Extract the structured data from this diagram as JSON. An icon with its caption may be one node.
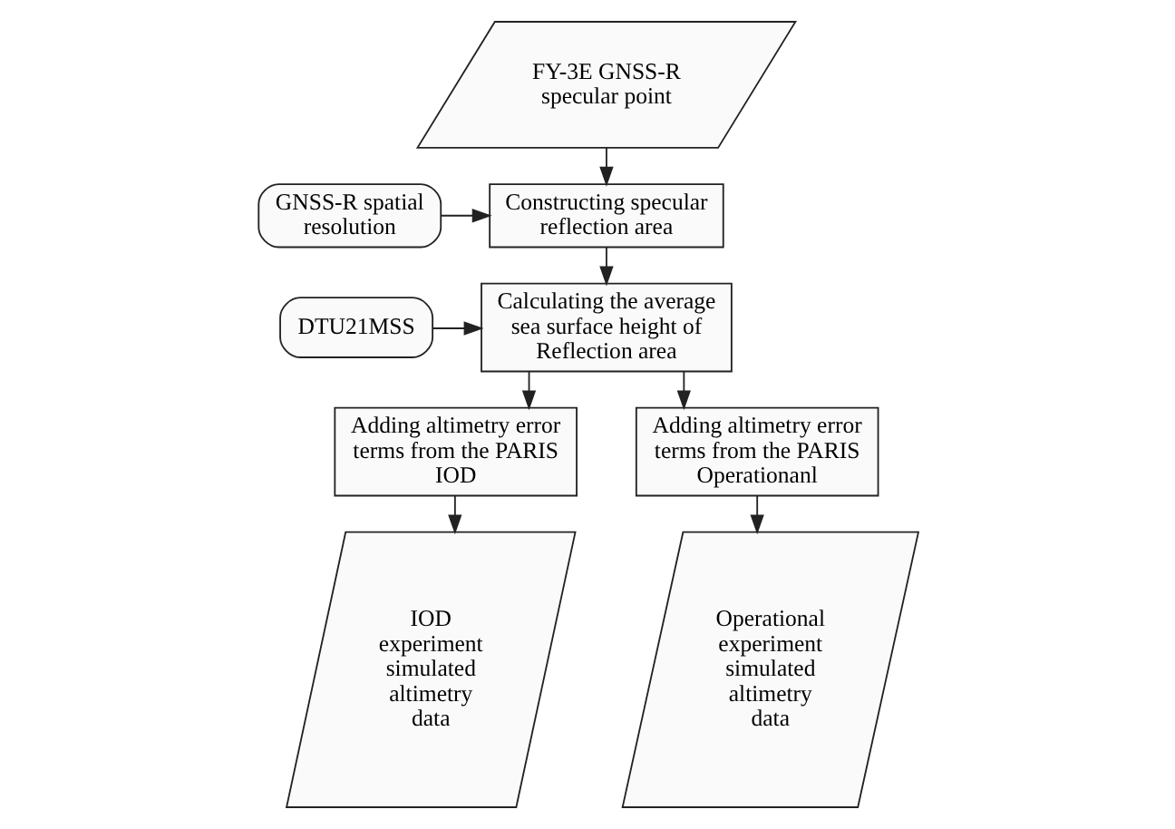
{
  "diagram": {
    "nodes": [
      {
        "text": [
          "FY-3E GNSS-R specular point"
        ]
      },
      {
        "text": [
          "Constructing specular reflection area"
        ]
      },
      {
        "text": [
          "GNSS-R spatial resolution"
        ]
      },
      {
        "text": [
          "DTU21MSS"
        ]
      },
      {
        "text": [
          "Calculating the average sea surface height of Reflection area"
        ]
      },
      {
        "text": [
          "Adding altimetry error terms from the PARIS IOD"
        ]
      },
      {
        "text": [
          "Adding altimetry error terms from the PARIS Operationanl"
        ]
      },
      {
        "text": [
          "IOD experiment simulated altimetry data"
        ]
      },
      {
        "text": [
          "Operational experiment simulated altimetry data"
        ]
      }
    ],
    "edges": [
      {
        "from": 0,
        "to": 1,
        "arrow": "to"
      },
      {
        "from": 2,
        "to": 1,
        "arrow": "to"
      },
      {
        "from": 1,
        "to": 4,
        "arrow": "to"
      },
      {
        "from": 3,
        "to": 4,
        "arrow": "to"
      },
      {
        "from": 4,
        "to": 5,
        "arrow": "to"
      },
      {
        "from": 4,
        "to": 6,
        "arrow": "to"
      },
      {
        "from": 5,
        "to": 7,
        "arrow": "to"
      },
      {
        "from": 6,
        "to": 8,
        "arrow": "to"
      }
    ]
  }
}
